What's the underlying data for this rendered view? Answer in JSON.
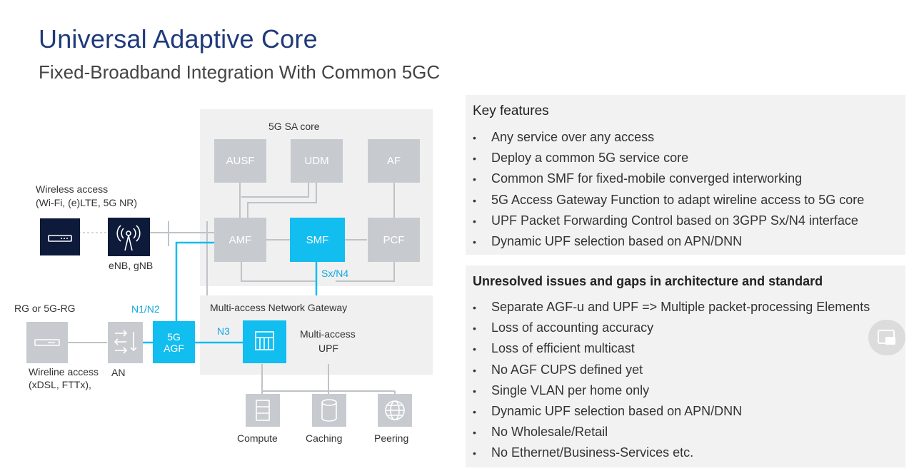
{
  "header": {
    "title": "Universal Adaptive Core",
    "subtitle": "Fixed-Broadband Integration With Common 5GC"
  },
  "diagram": {
    "core_label": "5G SA core",
    "nfs": {
      "ausf": "AUSF",
      "udm": "UDM",
      "af": "AF",
      "amf": "AMF",
      "smf": "SMF",
      "pcf": "PCF"
    },
    "interfaces": {
      "sx_n4": "Sx/N4",
      "n1_n2": "N1/N2",
      "n3": "N3"
    },
    "wireless": {
      "line1": "Wireless access",
      "line2": "(Wi-Fi, (e)LTE, 5G NR)",
      "enb_label": "eNB, gNB"
    },
    "wireline": {
      "rg_label": "RG or 5G-RG",
      "line1": "Wireline access",
      "line2": "(xDSL, FTTx),",
      "an_label": "AN"
    },
    "agf": {
      "line1": "5G",
      "line2": "AGF"
    },
    "gateway": {
      "label": "Multi-access Network Gateway",
      "upf_line1": "Multi-access",
      "upf_line2": "UPF"
    },
    "services": {
      "compute": "Compute",
      "caching": "Caching",
      "peering": "Peering"
    }
  },
  "key_features": {
    "heading": "Key features",
    "items": [
      "Any service over any access",
      "Deploy a common 5G service core",
      "Common SMF for fixed-mobile converged interworking",
      "5G Access Gateway Function to adapt wireline access to 5G core",
      "UPF Packet Forwarding Control based on 3GPP Sx/N4 interface",
      "Dynamic UPF selection based on APN/DNN"
    ]
  },
  "issues": {
    "heading": "Unresolved issues and gaps in architecture and standard",
    "items": [
      "Separate AGF-u and UPF => Multiple packet-processing Elements",
      "Loss of accounting accuracy",
      "Loss of efficient multicast",
      "No AGF CUPS defined yet",
      "Single VLAN per home only",
      "Dynamic UPF selection based on APN/DNN",
      "No Wholesale/Retail",
      "No Ethernet/Business-Services etc."
    ]
  },
  "bullet": "•",
  "colors": {
    "title": "#1f3a7a",
    "accent": "#12bdf0",
    "nf_grey": "#c7cbd0",
    "dark_device": "#0e1a3a"
  },
  "icons": {
    "floating_button": "picture-in-picture-icon"
  }
}
